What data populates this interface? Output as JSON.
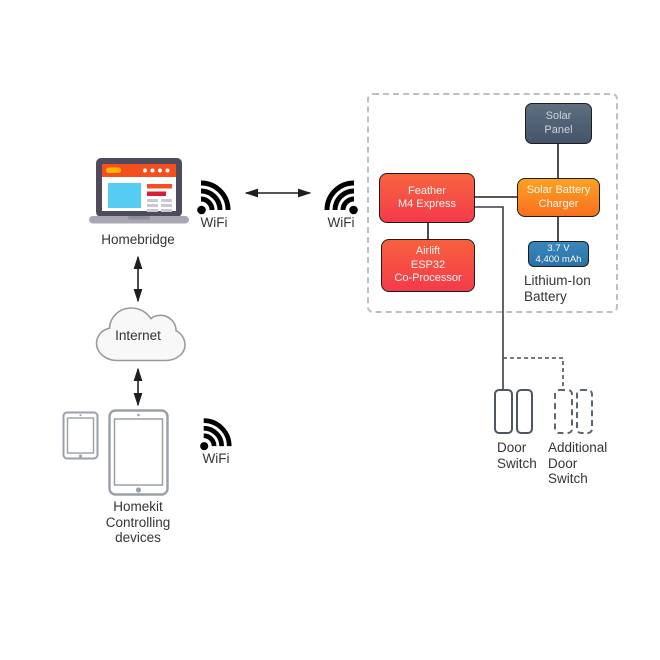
{
  "nodes": {
    "homebridge": {
      "label": "Homebridge"
    },
    "wifi_homebridge": {
      "label": "WiFi"
    },
    "wifi_module": {
      "label": "WiFi"
    },
    "wifi_devices": {
      "label": "WiFi"
    },
    "internet": {
      "label": "Internet"
    },
    "homekit_devices": {
      "line1": "Homekit",
      "line2": "Controlling",
      "line3": "devices"
    },
    "solar_panel": {
      "line1": "Solar",
      "line2": "Panel",
      "colors": [
        "#5e6f7f",
        "#44556b"
      ]
    },
    "feather": {
      "line1": "Feather",
      "line2": "M4 Express",
      "colors": [
        "#f7653f",
        "#f53a4b"
      ]
    },
    "solar_battery_charger": {
      "line1": "Solar Battery",
      "line2": "Charger",
      "colors": [
        "#ffa120",
        "#f7701f"
      ]
    },
    "airlift": {
      "line1": "Airlift",
      "line2": "ESP32",
      "line3": "Co-Processor",
      "colors": [
        "#f7613d",
        "#f53a4b"
      ]
    },
    "battery": {
      "line1": "3.7 V",
      "line2": "4,400 mAh",
      "colors": [
        "#3a87bd",
        "#2a72a5"
      ]
    },
    "lithium_ion": {
      "line1": "Lithium-Ion",
      "line2": "Battery"
    },
    "door_switch": {
      "line1": "Door",
      "line2": "Switch"
    },
    "additional_door_switch": {
      "line1": "Additional",
      "line2": "Door",
      "line3": "Switch"
    }
  },
  "colors": {
    "connector_line": "#1f1f1f",
    "dashed_boundary": "#bfbfbf",
    "wifi_icon": "#000000",
    "laptop_frame": "#4f4b5c",
    "laptop_header": "#f4501e",
    "laptop_pill": "#ffb300",
    "laptop_screen_accent": "#55cdf2",
    "switch_outline": "#4d5661",
    "cloud_fill": "#f8f8f8",
    "cloud_stroke": "#9b9b9b"
  }
}
